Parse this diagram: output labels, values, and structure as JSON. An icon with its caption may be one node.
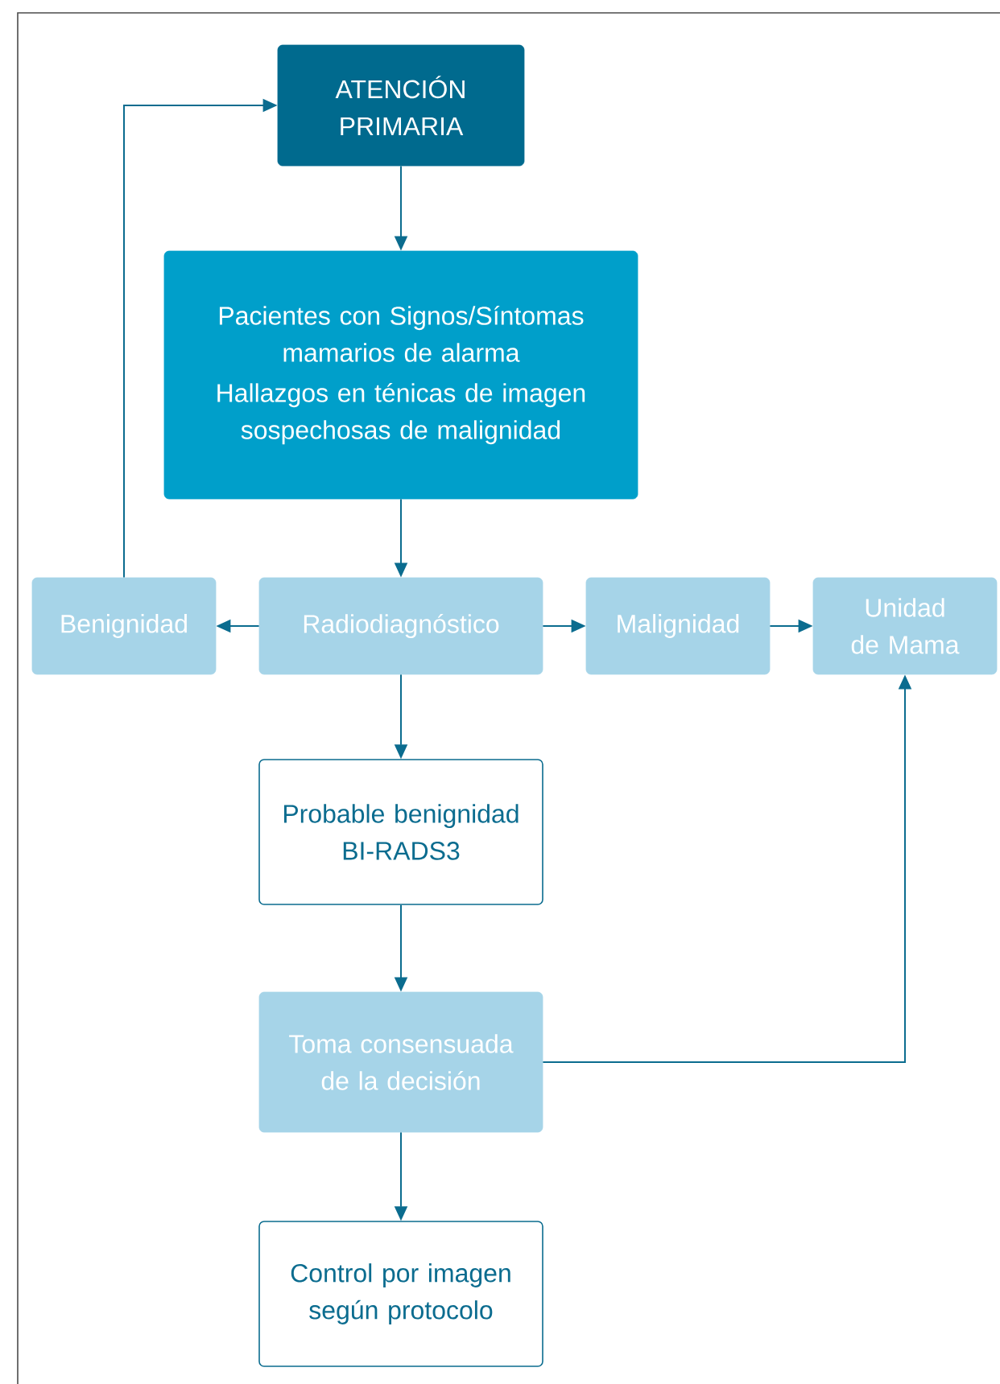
{
  "diagram": {
    "nodes": [
      {
        "text": [
          "ATENCIÓN PRIMARIA"
        ]
      },
      {
        "text": [
          "Pacientes con Signos/Síntomas mamarios de alarma",
          "Hallazgos en ténicas de imagen sospechosas de malignidad"
        ]
      },
      {
        "text": [
          "Benignidad"
        ]
      },
      {
        "text": [
          "Radiodiagnóstico"
        ]
      },
      {
        "text": [
          "Malignidad"
        ]
      },
      {
        "text": [
          "Unidad de Mama"
        ]
      },
      {
        "text": [
          "Probable benignidad BI-RADS3"
        ]
      },
      {
        "text": [
          "Toma consensuada de la decisión"
        ]
      },
      {
        "text": [
          "Control por imagen según protocolo"
        ]
      }
    ],
    "edges": [
      {
        "from": 0,
        "to": 1,
        "arrow": "to"
      },
      {
        "from": 1,
        "to": 3,
        "arrow": "to"
      },
      {
        "from": 3,
        "to": 2,
        "arrow": "to"
      },
      {
        "from": 2,
        "to": 0,
        "arrow": "to"
      },
      {
        "from": 3,
        "to": 4,
        "arrow": "to"
      },
      {
        "from": 4,
        "to": 5,
        "arrow": "to"
      },
      {
        "from": 3,
        "to": 6,
        "arrow": "to"
      },
      {
        "from": 6,
        "to": 7,
        "arrow": "to"
      },
      {
        "from": 7,
        "to": 5,
        "arrow": "to"
      },
      {
        "from": 7,
        "to": 8,
        "arrow": "to"
      }
    ]
  }
}
